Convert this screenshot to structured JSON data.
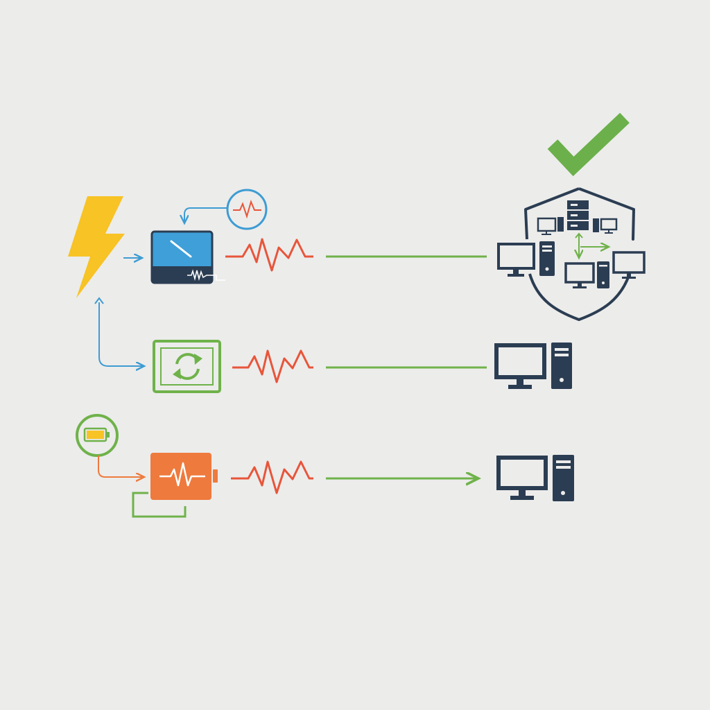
{
  "diagram": {
    "background": "#ececeb",
    "colors": {
      "power_yellow": "#f7c325",
      "flow_blue": "#3d9cd3",
      "ups_blue": "#3f9fd8",
      "device_dark": "#2b3d52",
      "signal_red": "#e8553a",
      "link_green": "#6fb24a",
      "battery_orange": "#ee7a3d",
      "check_green": "#6bb04a"
    },
    "nodes": [
      {
        "id": "power-source",
        "icon": "lightning-bolt-icon"
      },
      {
        "id": "ups-unit",
        "icon": "ups-device-icon"
      },
      {
        "id": "signal-monitor",
        "icon": "heartbeat-monitor-icon"
      },
      {
        "id": "sync-converter",
        "icon": "refresh-cycle-icon"
      },
      {
        "id": "battery-status",
        "icon": "battery-icon"
      },
      {
        "id": "battery-pulse-unit",
        "icon": "battery-pulse-icon"
      },
      {
        "id": "protected-network",
        "icon": "shield-network-icon"
      },
      {
        "id": "approval",
        "icon": "checkmark-icon"
      },
      {
        "id": "workstation-2",
        "icon": "desktop-computer-icon"
      },
      {
        "id": "workstation-3",
        "icon": "desktop-computer-icon"
      }
    ],
    "rows": [
      {
        "source": "ups-unit",
        "signal": "zigzag-waveform-icon",
        "target": "protected-network",
        "arrow_on_link": false
      },
      {
        "source": "sync-converter",
        "signal": "zigzag-waveform-icon",
        "target": "workstation-2",
        "arrow_on_link": false
      },
      {
        "source": "battery-pulse-unit",
        "signal": "zigzag-waveform-icon",
        "target": "workstation-3",
        "arrow_on_link": true
      }
    ]
  }
}
